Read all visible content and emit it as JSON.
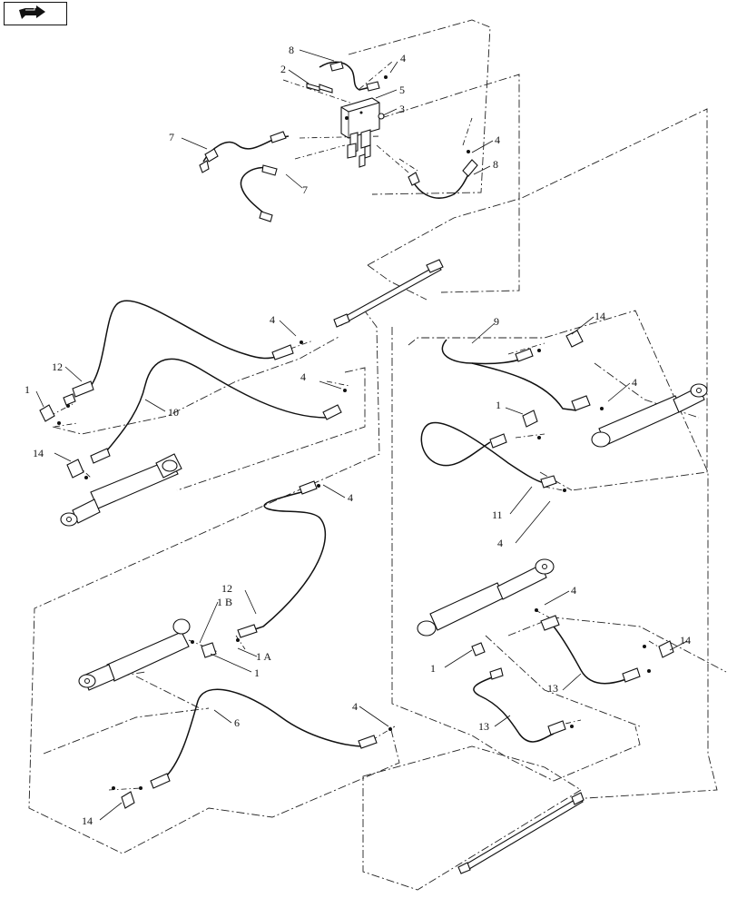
{
  "nav": {
    "icon": "page-turn-arrow-icon"
  },
  "labels": {
    "c_8_top": "8",
    "c_2": "2",
    "c_4_top": "4",
    "c_5": "5",
    "c_3": "3",
    "c_7_left": "7",
    "c_7_mid": "7",
    "c_4_right": "4",
    "c_8_right": "8",
    "c_4_a": "4",
    "c_12_upper": "12",
    "c_1_left": "1",
    "c_4_b": "4",
    "c_10": "10",
    "c_14_left": "14",
    "c_9": "9",
    "c_14_top": "14",
    "c_4_c": "4",
    "c_1_right": "1",
    "c_11": "11",
    "c_4_d": "4",
    "c_4_e": "4",
    "c_12_lower": "12",
    "c_1B": "1 B",
    "c_1A": "1 A",
    "c_1_lower": "1",
    "c_4_f": "4",
    "c_14_right": "14",
    "c_1_bottom": "1",
    "c_13_right": "13",
    "c_13_left": "13",
    "c_6": "6",
    "c_4_g": "4",
    "c_14_bottom": "14"
  }
}
